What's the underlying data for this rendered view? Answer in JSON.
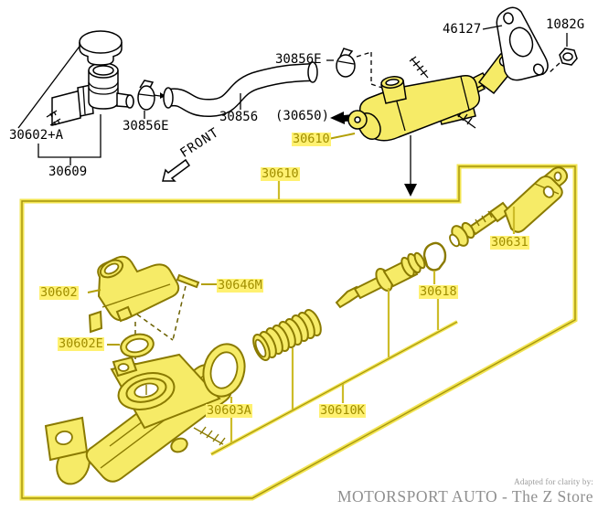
{
  "part_labels": {
    "reservoir_assembly": "30602+A",
    "reservoir_tank": "30609",
    "hose_clamp_left": "30856E",
    "hose": "30856",
    "hose_clamp_top": "30856E",
    "operating_cylinder_ref": "(30650)",
    "gasket": "46127",
    "nut": "1082G",
    "master_cylinder_assembly": "30610",
    "master_cylinder_assembly_box": "30610",
    "cap_fitting": "30602",
    "stopper_pin": "30646M",
    "cap_oring": "30602E",
    "dust_seal": "30603A",
    "repair_kit": "30610K",
    "snap_ring": "30618",
    "push_rod": "30631"
  },
  "orientation": {
    "front": "FRONT"
  },
  "credits": {
    "adapted": "Adapted for clarity by:",
    "store": "MOTORSPORT AUTO - The Z Store"
  },
  "colors": {
    "highlight_fill": "#F6EB67",
    "highlight_outline": "#8A7A00",
    "label_background": "#FFF171",
    "label_text": "#A08E00",
    "box_border": "#F2E451",
    "line_black": "#000000",
    "credit_gray": "#8F8F8F"
  }
}
